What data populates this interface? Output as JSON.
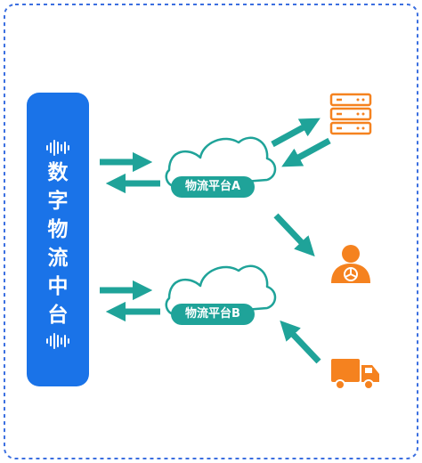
{
  "hub": {
    "chars": [
      "数",
      "字",
      "物",
      "流",
      "中",
      "台"
    ]
  },
  "platforms": [
    {
      "label": "物流平台A"
    },
    {
      "label": "物流平台B"
    }
  ],
  "icons": [
    "server-icon",
    "person-icon",
    "truck-icon"
  ],
  "colors": {
    "hub_blue": "#1a73e8",
    "teal": "#1fa399",
    "orange": "#f5821f",
    "border_blue": "#3b6fe0"
  }
}
